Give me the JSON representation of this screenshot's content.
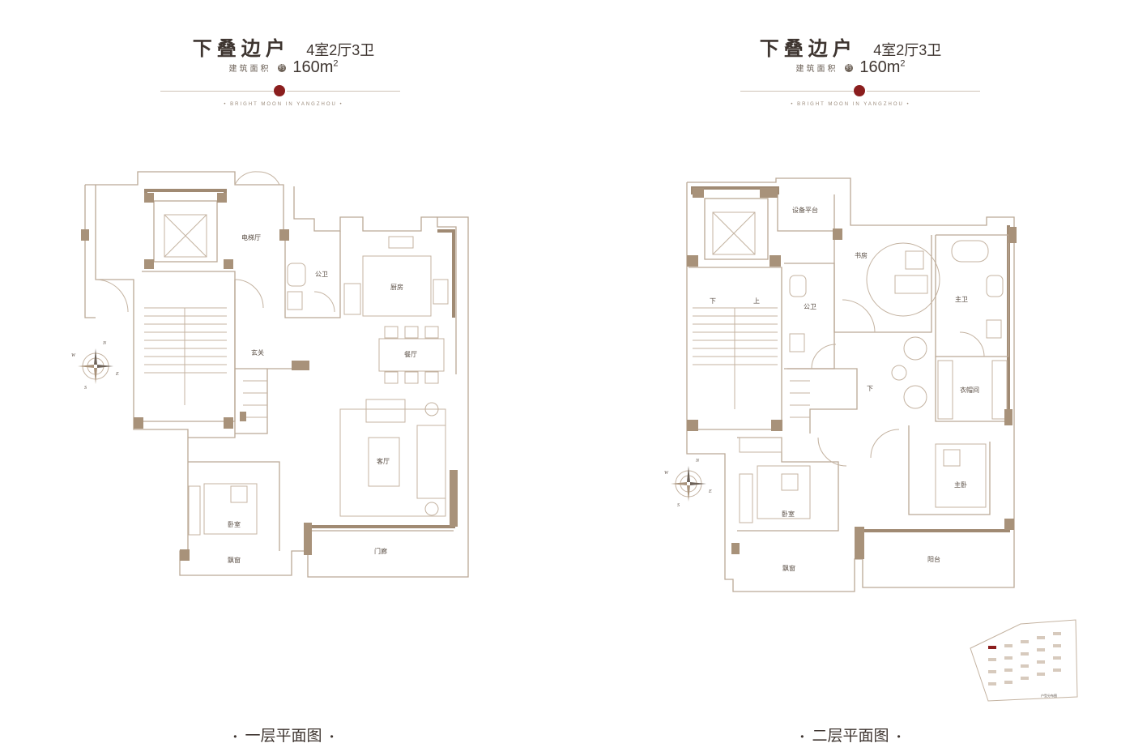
{
  "left": {
    "title": "下叠边户",
    "layout": "4室2厅3卫",
    "area_label": "建筑面积",
    "area_mark": "约",
    "area_value": "160m",
    "area_unit_sup": "2",
    "slogan": "• BRIGHT MOON IN YANGZHOU •",
    "caption": "一层平面图",
    "caption_dot": "•",
    "rooms": {
      "elevator_hall": "电梯厅",
      "public_bath": "公卫",
      "kitchen": "厨房",
      "foyer": "玄关",
      "dining": "餐厅",
      "living": "客厅",
      "bedroom": "卧室",
      "bay_window": "飘窗",
      "entrance": "门廊"
    }
  },
  "right": {
    "title": "下叠边户",
    "layout": "4室2厅3卫",
    "area_label": "建筑面积",
    "area_mark": "约",
    "area_value": "160m",
    "area_unit_sup": "2",
    "slogan": "• BRIGHT MOON IN YANGZHOU •",
    "caption": "二层平面图",
    "caption_dot": "•",
    "rooms": {
      "equipment": "设备平台",
      "study": "书房",
      "public_bath": "公卫",
      "master_bath": "主卫",
      "closet": "衣帽间",
      "bedroom": "卧室",
      "master_bedroom": "主卧",
      "bay_window": "飘窗",
      "balcony": "阳台",
      "down": "下",
      "up": "上",
      "down2": "下"
    },
    "minimap_label": "户型分布图"
  },
  "compass": {
    "n": "N",
    "e": "E",
    "s": "S",
    "w": "W"
  }
}
